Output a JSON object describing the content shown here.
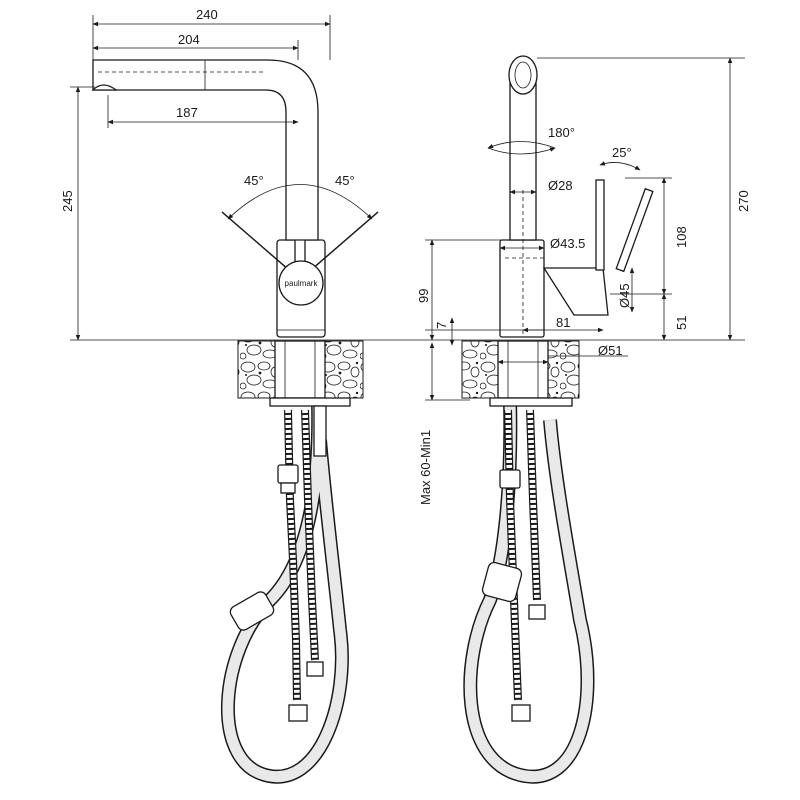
{
  "diagram": {
    "brand": "paulmark",
    "colors": {
      "line": "#1a1a1a",
      "hose": "#e9e9e9",
      "background": "#ffffff"
    },
    "front_view": {
      "dim_total_reach": "240",
      "dim_spout_reach": "204",
      "dim_outlet_reach": "187",
      "dim_height": "245",
      "angle_left": "45°",
      "angle_right": "45°"
    },
    "side_view": {
      "angle_rotation": "180°",
      "angle_lever": "25°",
      "dim_spout_diameter": "Ø28",
      "dim_body_diameter": "Ø43.5",
      "dim_lever_diameter": "Ø45",
      "dim_base_diameter": "Ø51",
      "dim_lever_reach": "81",
      "dim_body_height": "99",
      "dim_base_height": "7",
      "dim_lever_height": "108",
      "dim_lever_base": "51",
      "dim_total_height": "270",
      "dim_countertop": "Max 60-Min1"
    }
  }
}
